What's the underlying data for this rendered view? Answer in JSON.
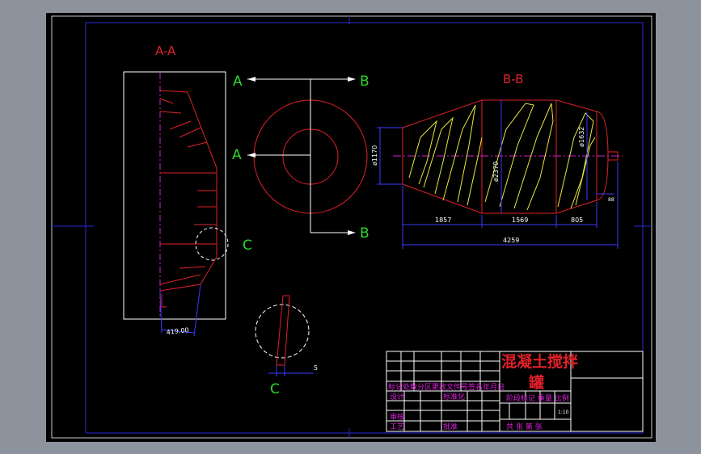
{
  "labels": {
    "section_aa": "A-A",
    "section_bb": "B-B",
    "a_top": "A",
    "a_mid": "A",
    "b_top": "B",
    "b_bottom": "B",
    "c_detail": "C",
    "c_bottom": "C"
  },
  "dimensions": {
    "d_left": "ø1170",
    "d_mid": "ø2370",
    "d_right": "ø1632",
    "seg_1": "1857",
    "seg_2": "1569",
    "seg_3": "805",
    "total": "4259",
    "angle": "419.00",
    "detail_gap": "5",
    "side_small": "88"
  },
  "title_block": {
    "title_line1": "混凝土搅拌",
    "title_line2": "罐",
    "rev_header": "标记处数分区更改文件号签名年月日",
    "design": "设计",
    "standard": "标准化",
    "stage": "阶段标记 重量 比例",
    "scale": "1:10",
    "review": "审核",
    "process": "工艺",
    "approve": "批准",
    "sheets": "共 张 第 张"
  },
  "colors": {
    "background": "#000000",
    "frame": "#2a2ad8",
    "outline": "#e0202a",
    "blade": "#e8e83a",
    "center_line": "#d020d0",
    "dimension": "#3a3aff",
    "label": "#2bd72b"
  }
}
